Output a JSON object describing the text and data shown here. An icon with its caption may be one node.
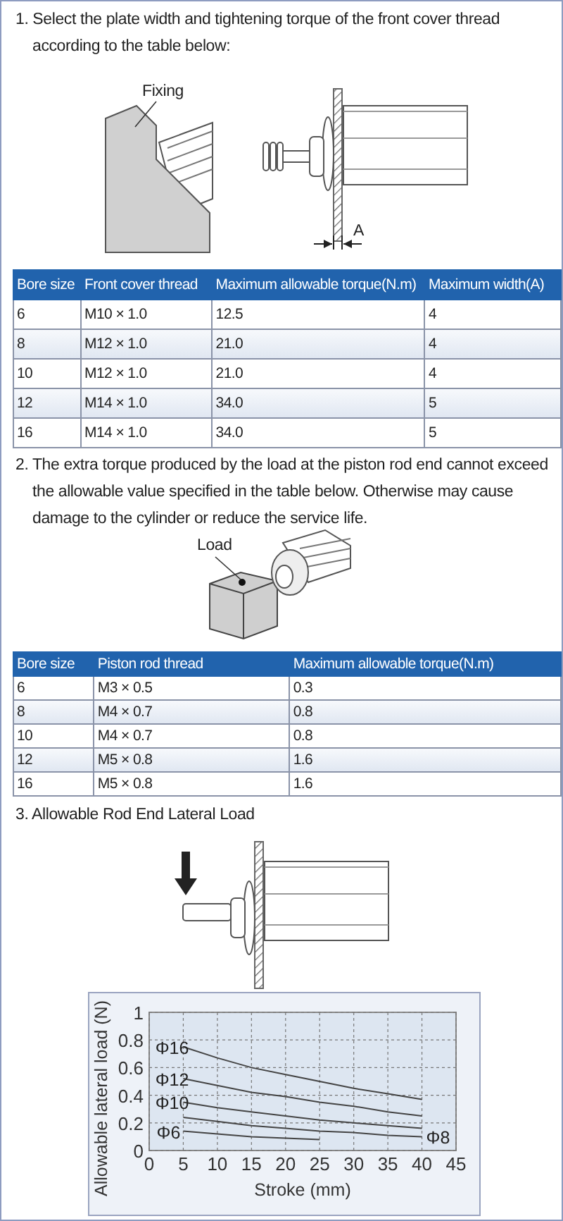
{
  "diagram": {
    "nodes": [
      {
        "text": [
          "Fixing"
        ]
      },
      {
        "text": [],
        "shape": "picture"
      },
      {
        "text": [
          "Load"
        ]
      },
      {
        "text": [],
        "shape": "box"
      }
    ],
    "edges": [
      {
        "from": 0,
        "to": 1,
        "arrow": "none"
      },
      {
        "from": 2,
        "to": 3,
        "arrow": "none"
      }
    ],
    "labels": [
      "1. Select the plate width and tightening torque of the front cover thread according to the table below:",
      "A",
      "Bore size",
      "Front cover thread",
      "Maximum allowable torque(N.m)",
      "Maximum width(A)",
      "6",
      "M10 × 1.0",
      "12.5",
      "4",
      "8",
      "M12 × 1.0",
      "21.0",
      "4",
      "10",
      "M12 × 1.0",
      "21.0",
      "4",
      "12",
      "M14 × 1.0",
      "34.0",
      "5",
      "16",
      "M14 × 1.0",
      "34.0",
      "5",
      "2. The extra torque produced by the load at the piston rod end cannot exceed the allowable value specified in the table below. Otherwise may cause damage to the cylinder or reduce the service life.",
      "Bore size",
      "Piston rod thread",
      "Maximum allowable torque(N.m)",
      "6",
      "M3 × 0.5",
      "0.3",
      "8",
      "M4 × 0.7",
      "0.8",
      "10",
      "M4 × 0.7",
      "0.8",
      "12",
      "M5 × 0.8",
      "1.6",
      "16",
      "M5 × 0.8",
      "1.6",
      "3. Allowable Rod End Lateral Load"
    ],
    "chart_data": {
      "type": "line",
      "xlabel": "Stroke (mm)",
      "ylabel": "Allowable lateral load  (N)",
      "x": [
        5,
        10,
        15,
        20,
        25,
        30,
        35,
        40
      ],
      "series": [
        {
          "name": "Φ16",
          "values": [
            0.75,
            0.67,
            0.6,
            0.55,
            0.5,
            0.45,
            0.41,
            0.37
          ]
        },
        {
          "name": "Φ12",
          "values": [
            0.52,
            0.47,
            0.42,
            0.39,
            0.35,
            0.32,
            0.28,
            0.25
          ]
        },
        {
          "name": "Φ10",
          "values": [
            0.35,
            0.31,
            0.28,
            0.25,
            0.22,
            0.2,
            0.18,
            0.16
          ]
        },
        {
          "name": "Φ8",
          "values": [
            0.24,
            0.21,
            0.18,
            0.16,
            0.14,
            0.13,
            0.11,
            0.1
          ]
        },
        {
          "name": "Φ6",
          "values": [
            0.14,
            0.12,
            0.1,
            0.09,
            0.08,
            null,
            null,
            null
          ]
        }
      ],
      "xlim": [
        0,
        45
      ],
      "ylim": [
        0,
        1
      ],
      "xticks": [
        0,
        5,
        10,
        15,
        20,
        25,
        30,
        35,
        40,
        45
      ],
      "yticks": [
        0,
        0.2,
        0.4,
        0.6,
        0.8,
        1
      ],
      "grid": true
    }
  }
}
